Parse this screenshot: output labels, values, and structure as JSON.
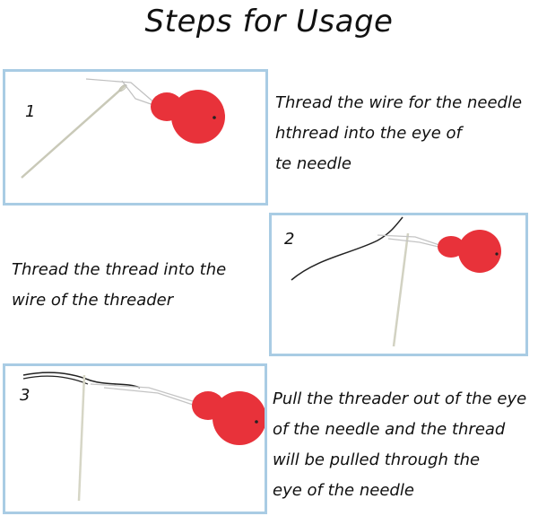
{
  "title": "Steps for Usage",
  "colors": {
    "panel_border": "#a9cce4",
    "threader_red": "#e8323a",
    "needle": "#c9c9b8"
  },
  "steps": [
    {
      "number": "1",
      "caption_lines": [
        "Thread the wire for the needle",
        "hthread into the eye of",
        "te needle"
      ]
    },
    {
      "number": "2",
      "caption_lines": [
        "Thread the thread into the",
        "wire of the threader"
      ]
    },
    {
      "number": "3",
      "caption_lines": [
        "Pull the threader out of the eye",
        "of the needle and the thread",
        "will be pulled through the",
        "eye of the needle"
      ]
    }
  ]
}
